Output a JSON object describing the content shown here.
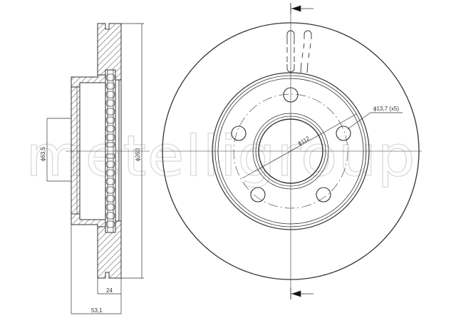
{
  "drawing": {
    "subject": "Brake disc technical drawing",
    "watermark": "metelligroup",
    "colors": {
      "line": "#333333",
      "hatch": "#555555",
      "watermark": "#d9d9d9",
      "background": "#ffffff"
    }
  },
  "side_view": {
    "dimensions": {
      "hub_bore": "ϕ63,5",
      "outer_diameter": "ϕ260",
      "disc_thickness": "24",
      "overall_height": "53,1"
    }
  },
  "front_view": {
    "dimensions": {
      "bolt_circle": "ϕ112",
      "bolt_holes": "ϕ13,7 (x5)"
    },
    "section_marker": "section-arrows"
  }
}
